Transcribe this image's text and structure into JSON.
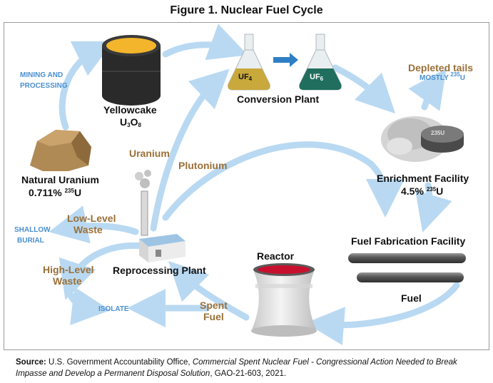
{
  "title": "Figure 1. Nuclear Fuel Cycle",
  "nodes": {
    "yellowcake": "Yellowcake",
    "yellowcake_formula_main": "U",
    "yellowcake_formula_sub1": "3",
    "yellowcake_formula_o": "O",
    "yellowcake_formula_sub2": "8",
    "conversion_plant": "Conversion Plant",
    "uf4_main": "UF",
    "uf4_sub": "4",
    "uf6_main": "UF",
    "uf6_sub": "6",
    "depleted_tails": "Depleted tails",
    "depleted_note": "MOSTLY",
    "depleted_iso": "235",
    "depleted_u": "U",
    "natural_uranium": "Natural Uranium",
    "natural_pct": "0.711%",
    "natural_iso": "235",
    "natural_u": "U",
    "enrichment_facility": "Enrichment Facility",
    "enrichment_pct": "4.5%",
    "enrichment_iso": "235",
    "enrichment_u": "U",
    "fuel_fabrication": "Fuel Fabrication Facility",
    "fuel": "Fuel",
    "reactor": "Reactor",
    "reprocessing_plant": "Reprocessing Plant",
    "disk_label": "235U"
  },
  "flow_labels": {
    "mining": "MINING AND",
    "processing": "PROCESSING",
    "uranium": "Uranium",
    "plutonium": "Plutonium",
    "low_level_1": "Low-Level",
    "low_level_2": "Waste",
    "high_level_1": "High-Level",
    "high_level_2": "Waste",
    "shallow_1": "SHALLOW",
    "shallow_2": "BURIAL",
    "isolate": "ISOLATE",
    "spent_1": "Spent",
    "spent_2": "Fuel"
  },
  "source": {
    "label": "Source:",
    "org": "U.S. Government Accountability Office,",
    "title": "Commercial Spent Nuclear Fuel - Congressional Action Needed to Break Impasse and Develop a Permanent Disposal Solution",
    "ref": ", GAO-21-603, 2021."
  },
  "colors": {
    "arrow": "#b9d9f2",
    "brown_text": "#9a7038",
    "blue_text": "#4a8fd0",
    "yellowcake": "#f2b52c",
    "uf4": "#c9a83c",
    "uf6": "#1f6e5e"
  }
}
